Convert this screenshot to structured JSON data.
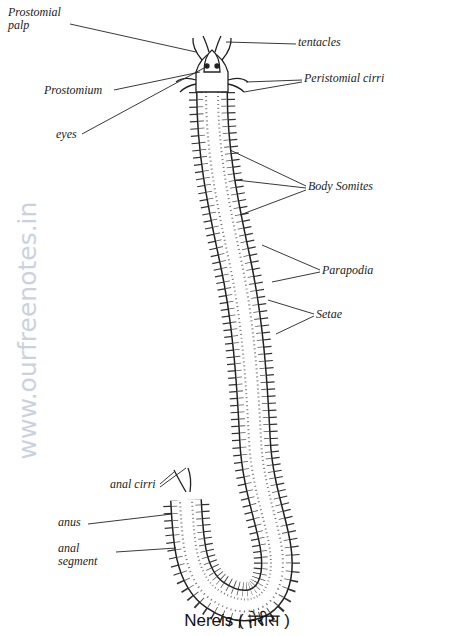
{
  "diagram": {
    "caption": "Nereis ( नेरीस )",
    "labels": [
      "Prostomial palp",
      "tentacles",
      "Prostomium",
      "Peristomial cirri",
      "eyes",
      "Body Somites",
      "Parapodia",
      "Setae",
      "anal cirri",
      "anus",
      "anal segment",
      "www.ourfreenotes.in"
    ]
  }
}
